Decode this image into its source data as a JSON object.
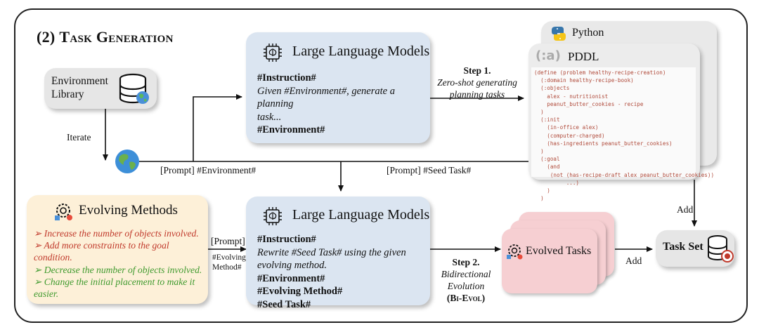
{
  "title": {
    "prefix": "(2) ",
    "text": "Task Generation"
  },
  "environment_library": {
    "label_line1": "Environment",
    "label_line2": "Library",
    "icon": "database-globe-icon"
  },
  "iterate_label": "Iterate",
  "prompt_env_label": "[Prompt] #Environment#",
  "prompt_seed_label": "[Prompt] #Seed Task#",
  "llm_top": {
    "title": "Large Language Models",
    "icon": "brain-chip-icon",
    "instruction_head": "#Instruction#",
    "instruction_line1": "Given #Environment#, generate a planning",
    "instruction_line2": "task...",
    "env_head": "#Environment#"
  },
  "step1": {
    "title": "Step 1.",
    "line1": "Zero-shot generating",
    "line2": "planning tasks"
  },
  "python_card": {
    "label": "Python",
    "icon": "python-logo-icon"
  },
  "pddl_card": {
    "label": "PDDL",
    "icon_text": "(:a)",
    "code_lines": [
      "(define (problem healthy-recipe-creation)",
      "  (:domain healthy-recipe-book)",
      "  (:objects",
      "    alex - nutritionist",
      "    peanut_butter_cookies - recipe",
      "  )",
      "  (:init",
      "    (in-office alex)",
      "    (computer-charged)",
      "    (has-ingredients peanut_butter_cookies)",
      "  )",
      "  (:goal",
      "    (and",
      "     (not (has-recipe-draft alex peanut_butter_cookies))",
      "          ...)",
      "    )",
      "  )"
    ]
  },
  "add_label_right": "Add",
  "add_label_bottom": "Add",
  "evolving_methods": {
    "title": "Evolving Methods",
    "icon": "gear-evolve-icon",
    "items": [
      {
        "line1": "Increase the number of objects involved.",
        "line2": "",
        "color": "#c0392b"
      },
      {
        "line1": "Add more constraints to the goal",
        "line2": "condition.",
        "color": "#c0392b"
      },
      {
        "line1": "Decrease the number of objects involved.",
        "line2": "",
        "color": "#3f9a2e"
      },
      {
        "line1": "Change the initial placement to make it",
        "line2": "easier.",
        "color": "#3f9a2e"
      }
    ]
  },
  "prompt_evolving": {
    "line1": "[Prompt]",
    "line2": "#Evolving",
    "line3": "Method#"
  },
  "llm_bottom": {
    "title": "Large Language Models",
    "icon": "brain-chip-icon",
    "instruction_head": "#Instruction#",
    "instruction_line1": "Rewrite #Seed Task# using the given",
    "instruction_line2": "evolving method.",
    "env_head": "#Environment#",
    "evolving_head": "#Evolving Method#",
    "seed_head": "#Seed Task#"
  },
  "step2": {
    "title": "Step 2.",
    "line1": "Bidirectional",
    "line2": "Evolution",
    "line3": "(Bi-Evol)"
  },
  "evolved_tasks": {
    "label": "Evolved Tasks",
    "icon": "gear-evolve-icon"
  },
  "task_set": {
    "label": "Task Set",
    "icon": "database-target-icon"
  }
}
